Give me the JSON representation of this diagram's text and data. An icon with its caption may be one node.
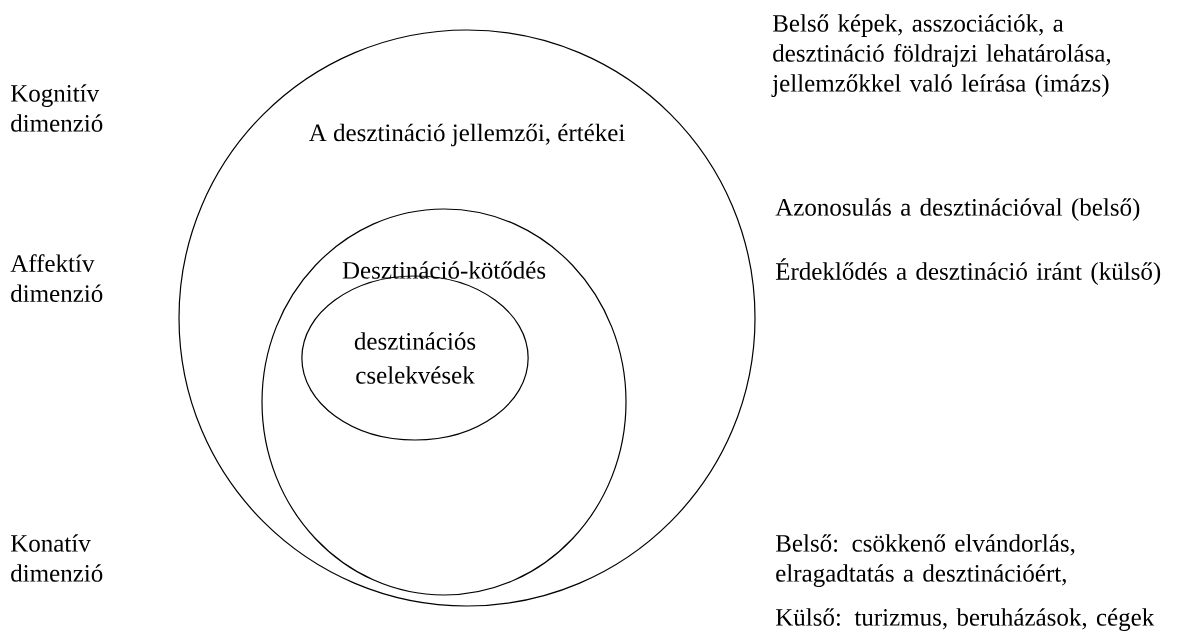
{
  "diagram": {
    "nodes": [
      {
        "text": [
          "A desztináció jellemzői, értékei"
        ]
      },
      {
        "text": [
          "Desztináció-kötődés"
        ],
        "in": 0
      },
      {
        "text": [
          "desztinációs cselekvések"
        ],
        "in": 1
      }
    ],
    "labels": [
      "Kognitív dimenzió",
      "Belső képek, asszociációk, a desztináció földrajzi lehatárolása, jellemzőkkel való leírása (imázs)",
      "Azonosulás a desztinációval (belső)",
      "Affektív dimenzió",
      "Érdeklődés a desztináció iránt (külső)",
      "Konatív dimenzió",
      "Belső: csökkenő elvándorlás, elragadtatás a desztinációért,",
      "Külső: turizmus, beruházások, cégek"
    ]
  }
}
